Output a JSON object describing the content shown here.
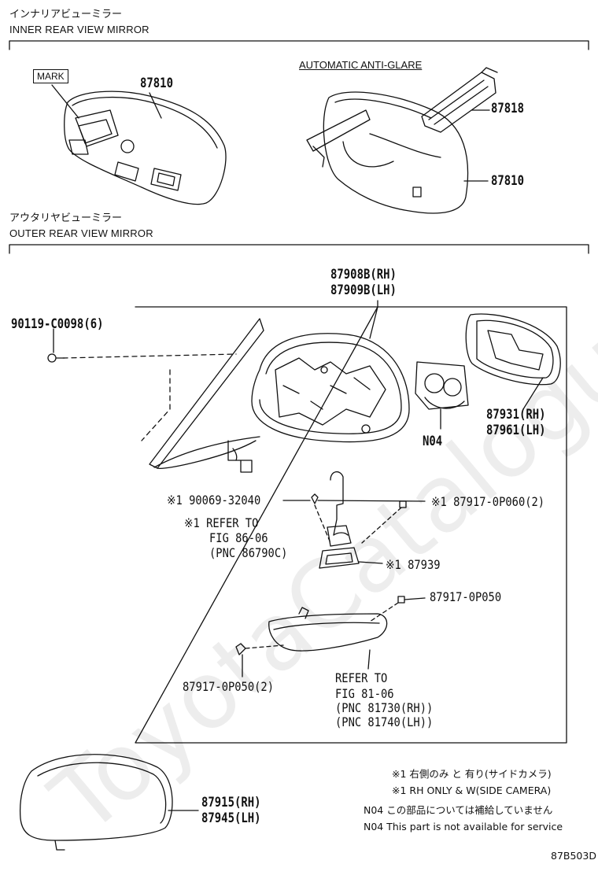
{
  "sections": {
    "inner": {
      "jp": "インナリアビューミラー",
      "en": "INNER REAR VIEW MIRROR"
    },
    "outer": {
      "jp": "アウタリヤビューミラー",
      "en": "OUTER REAR VIEW MIRROR"
    }
  },
  "inner_labels": {
    "mark": "MARK",
    "part_87810_left": "87810",
    "auto_anti_glare": "AUTOMATIC ANTI-GLARE",
    "part_87818": "87818",
    "part_87810_right": "87810"
  },
  "outer_labels": {
    "assy_line1": "87908B(RH)",
    "assy_line2": "87909B(LH)",
    "bolt": "90119-C0098(6)",
    "glass_line1": "87931(RH)",
    "glass_line2": "87961(LH)",
    "n04": "N04",
    "screw_32040": "※1 90069-32040",
    "screw_0p060": "※1 87917-0P060(2)",
    "refer_86_line1": "※1 REFER TO",
    "refer_86_line2": "FIG 86-06",
    "refer_86_line3": "(PNC 86790C)",
    "part_87939": "※1 87939",
    "screw_0p050_right": "87917-0P050",
    "screw_0p050_left": "87917-0P050(2)",
    "refer_81_line1": "REFER TO",
    "refer_81_line2": "FIG 81-06",
    "refer_81_line3": "(PNC 81730(RH))",
    "refer_81_line4": "(PNC 81740(LH))",
    "cover_line1": "87915(RH)",
    "cover_line2": "87945(LH)"
  },
  "notes": {
    "n1_jp": "※1 右側のみ と 有り(サイドカメラ)",
    "n1_en": "※1 RH ONLY & W(SIDE CAMERA)",
    "n04_jp": "N04 この部品については補給していません",
    "n04_en": "N04 This part is not available for service"
  },
  "figure_code": "87B503D",
  "watermark": "ToyotaCatalogue.ru"
}
